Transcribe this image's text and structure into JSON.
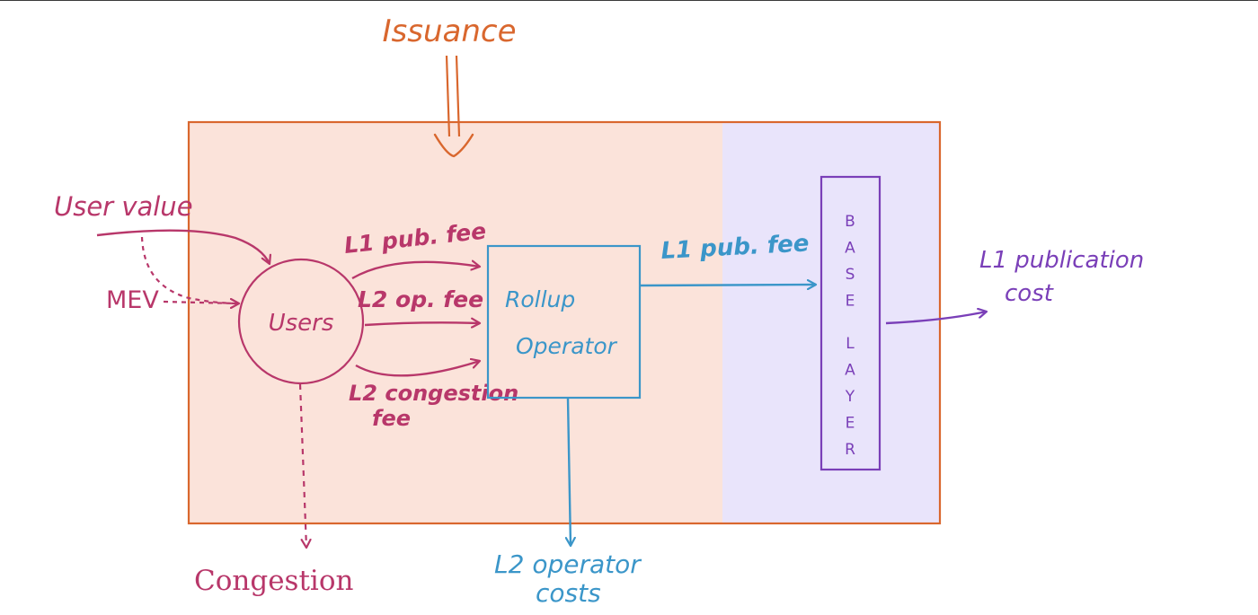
{
  "title": "Issuance",
  "colors": {
    "orange": "#d9672e",
    "crimson": "#b8376a",
    "blue": "#3b96c9",
    "purple": "#7a3fb8",
    "rollup_bg": "#fbe3da",
    "base_bg": "#e9e4fb"
  },
  "inputs": {
    "user_value": "User value",
    "mev": "MEV"
  },
  "users": {
    "label": "Users"
  },
  "fees": {
    "l1_pub_fee": "L1 pub. fee",
    "l2_op_fee": "L2 op. fee",
    "l2_congestion_line1": "L2 congestion",
    "l2_congestion_line2": "fee"
  },
  "operator": {
    "line1": "Rollup",
    "line2": "Operator"
  },
  "operator_to_base": {
    "label": "L1 pub. fee"
  },
  "base_layer": {
    "letters": [
      "B",
      "A",
      "S",
      "E",
      "L",
      "A",
      "Y",
      "E",
      "R"
    ]
  },
  "outputs": {
    "congestion": "Congestion",
    "l2_operator_costs_line1": "L2 operator",
    "l2_operator_costs_line2": "costs",
    "l1_publication_cost_line1": "L1 publication",
    "l1_publication_cost_line2": "cost"
  }
}
